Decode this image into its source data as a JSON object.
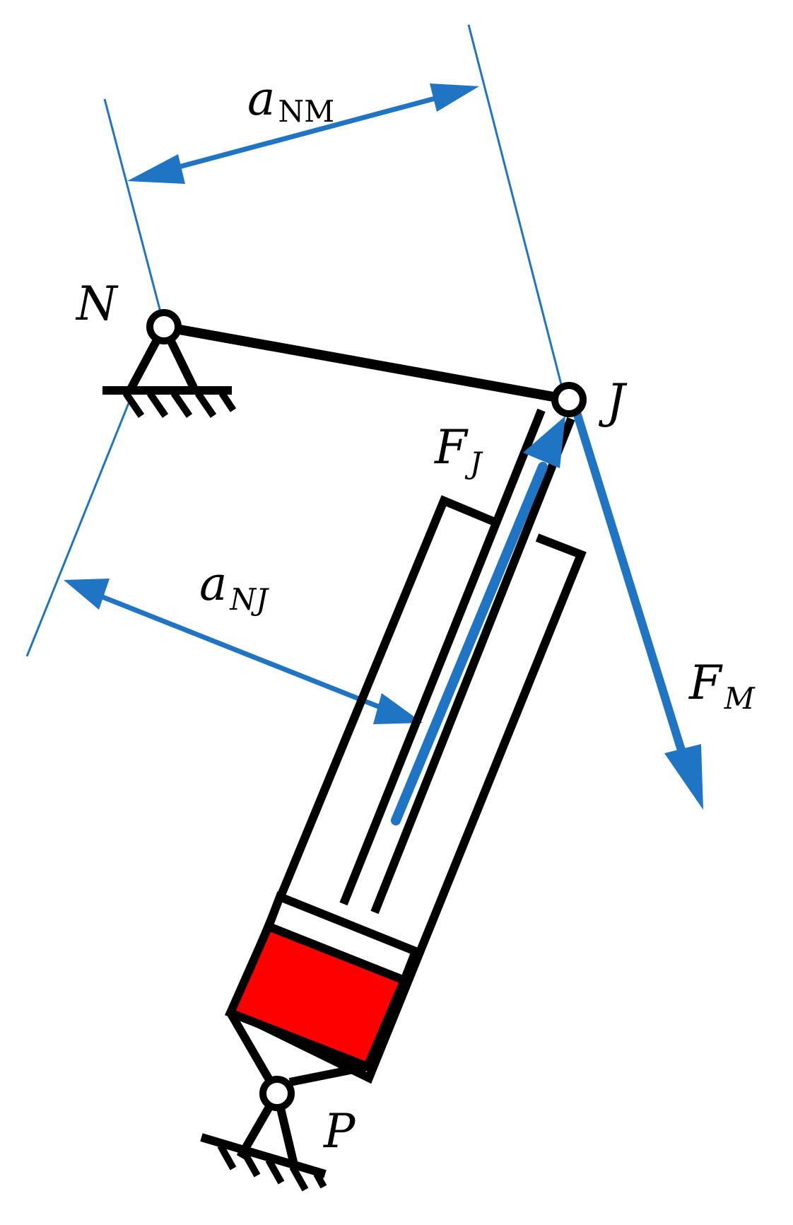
{
  "colors": {
    "line": "#000000",
    "blue": "#1f74c4",
    "piston": "#ff0000",
    "background": "#ffffff"
  },
  "labels": {
    "N": "N",
    "J": "J",
    "P": "P",
    "F_J": {
      "base": "F",
      "sub": "J"
    },
    "F_M": {
      "base": "F",
      "sub": "M"
    },
    "a_NM": {
      "base": "a",
      "sub": "NM"
    },
    "a_NJ": {
      "base": "a",
      "sub": "NJ"
    }
  }
}
